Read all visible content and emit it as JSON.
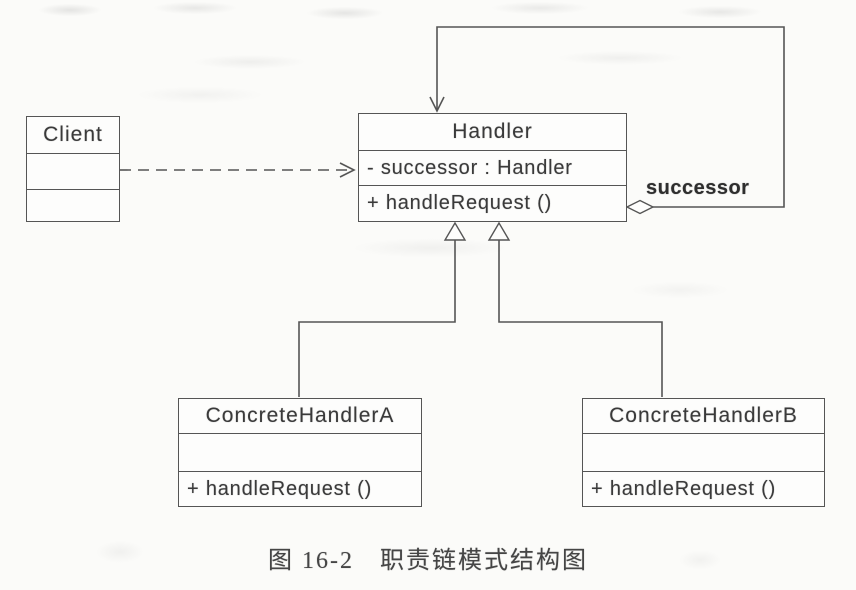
{
  "figure": {
    "classes": {
      "client": {
        "title": "Client"
      },
      "handler": {
        "title": "Handler",
        "attribute": "- successor : Handler",
        "method": "+ handleRequest ()"
      },
      "concrete_handler_a": {
        "title": "ConcreteHandlerA",
        "method": "+ handleRequest ()"
      },
      "concrete_handler_b": {
        "title": "ConcreteHandlerB",
        "method": "+ handleRequest ()"
      }
    },
    "association_label": "successor",
    "caption": "图 16-2　职责链模式结构图"
  },
  "colors": {
    "line": "#555555",
    "text": "#3a3a3a",
    "label": "#2e2e2e",
    "background": "#fbfbf9",
    "caption": "#454545"
  }
}
